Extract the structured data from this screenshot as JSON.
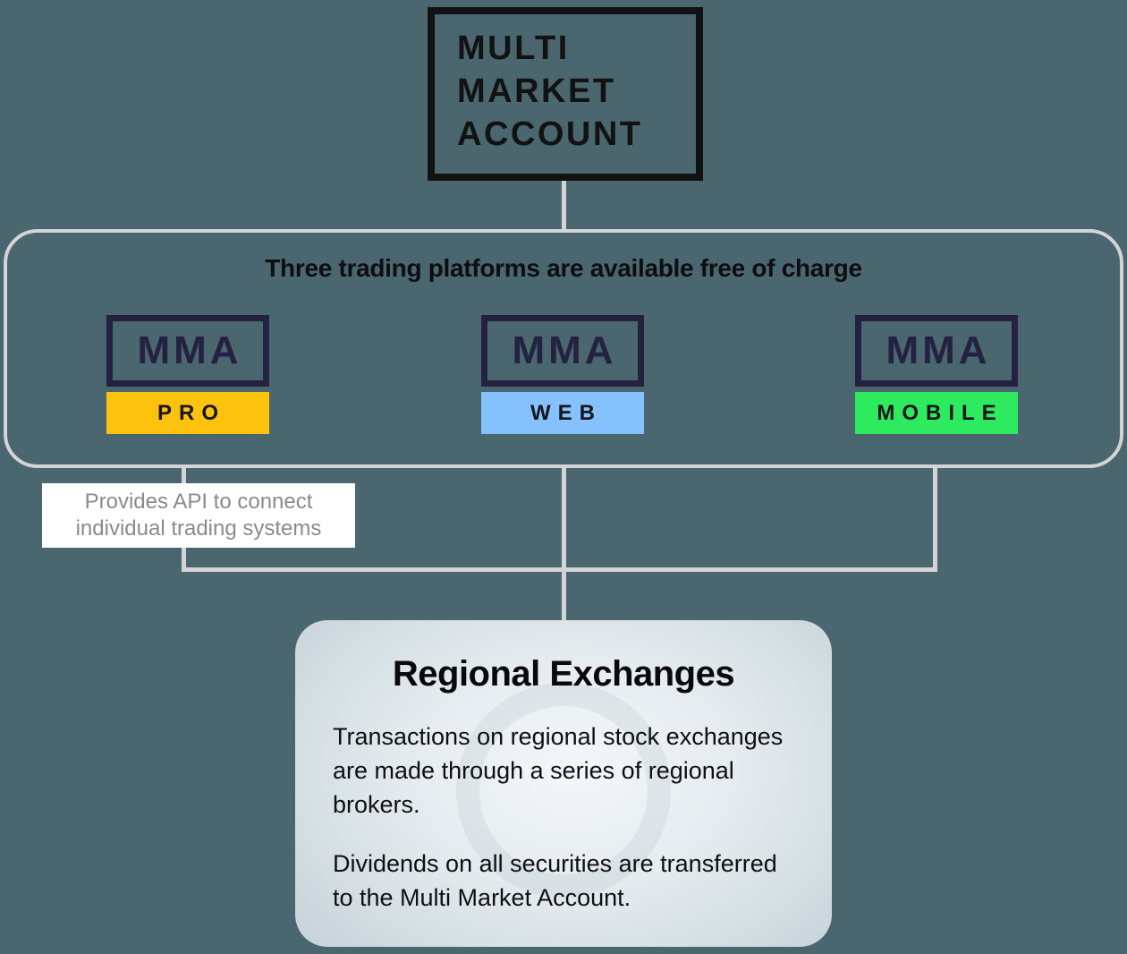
{
  "colors": {
    "background": "#4a666e",
    "connector_line": "#d4d4d6",
    "logo_border": "#121212",
    "mma_navy": "#242240",
    "pro_strip": "#fdc20e",
    "web_strip": "#85c1fc",
    "mobile_strip": "#2eea5e",
    "api_note_text": "#8a8a8a",
    "regional_card_edge": "#c5d2d9",
    "regional_card_center": "#f4f7f8"
  },
  "logo": {
    "lines": [
      "MULTI",
      "MARKET",
      "ACCOUNT"
    ]
  },
  "platforms_panel": {
    "title": "Three trading platforms are available free of charge",
    "platforms": [
      {
        "brand": "MMA",
        "label": "PRO",
        "color": "#fdc20e"
      },
      {
        "brand": "MMA",
        "label": "WEB",
        "color": "#85c1fc"
      },
      {
        "brand": "MMA",
        "label": "MOBILE",
        "color": "#2eea5e"
      }
    ]
  },
  "api_note": {
    "line1": "Provides API to connect",
    "line2": "individual trading systems"
  },
  "regional_exchanges": {
    "title": "Regional Exchanges",
    "paragraphs": [
      "Transactions on regional stock exchanges are made through a series of regional brokers.",
      "Dividends on all securities are transferred to the Multi Market Account."
    ]
  }
}
